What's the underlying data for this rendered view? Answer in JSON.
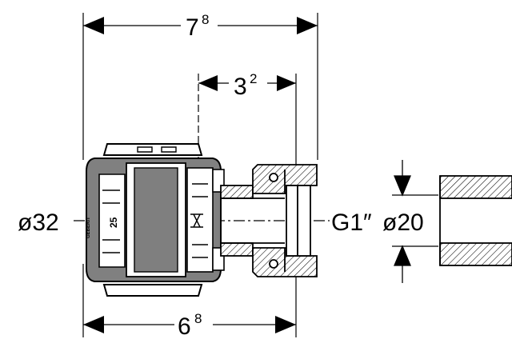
{
  "dimensions": {
    "overall_length": {
      "main": "7",
      "sup": "8"
    },
    "socket_length": {
      "main": "3",
      "sup": "2"
    },
    "body_length": {
      "main": "6",
      "sup": "8"
    },
    "pipe_diameter": "ø32",
    "thread_size": "G1″",
    "fitting_diameter": "ø20"
  },
  "body_markings": {
    "size": "25",
    "brand": "GEBERIT"
  },
  "colors": {
    "line": "#000000",
    "body_gray": "#7f7f7f",
    "background": "#ffffff"
  }
}
